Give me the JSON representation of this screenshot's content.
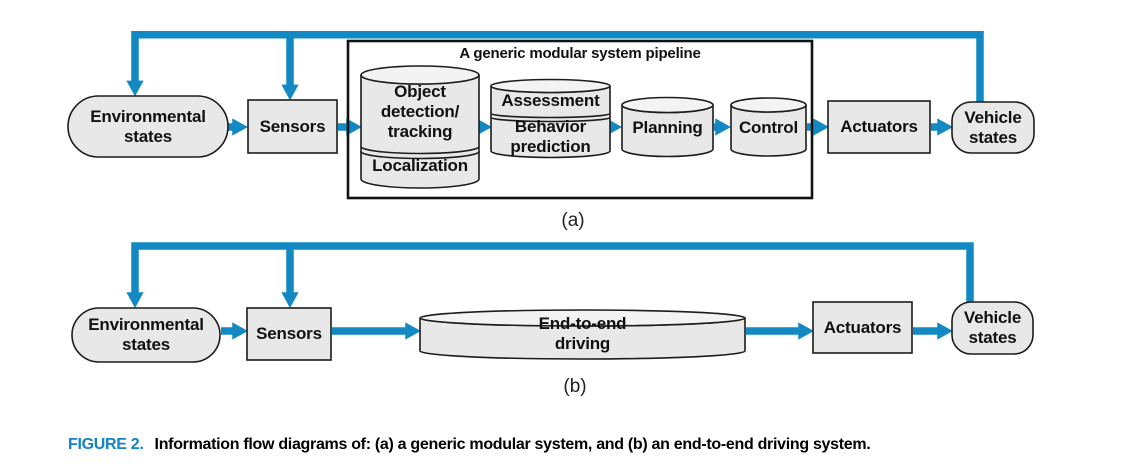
{
  "figure": {
    "caption_label": "FIGURE 2.",
    "caption_text": "Information flow diagrams of: (a) a generic modular system, and (b) an end-to-end driving system.",
    "colors": {
      "arrow": "#1289c3",
      "node_fill": "#e8e8e8",
      "node_border": "#1c1c1c",
      "caption_accent": "#1482c8"
    }
  },
  "diagram_a": {
    "label": "(a)",
    "pipeline_title": "A generic modular system pipeline",
    "nodes": {
      "environmental_states": "Environmental\nstates",
      "sensors": "Sensors",
      "object_detection": "Object\ndetection/\ntracking",
      "localization": "Localization",
      "assessment": "Assessment",
      "behavior_prediction": "Behavior\nprediction",
      "planning": "Planning",
      "control": "Control",
      "actuators": "Actuators",
      "vehicle_states": "Vehicle\nstates"
    }
  },
  "diagram_b": {
    "label": "(b)",
    "nodes": {
      "environmental_states": "Environmental\nstates",
      "sensors": "Sensors",
      "end_to_end": "End-to-end\ndriving",
      "actuators": "Actuators",
      "vehicle_states": "Vehicle\nstates"
    }
  }
}
